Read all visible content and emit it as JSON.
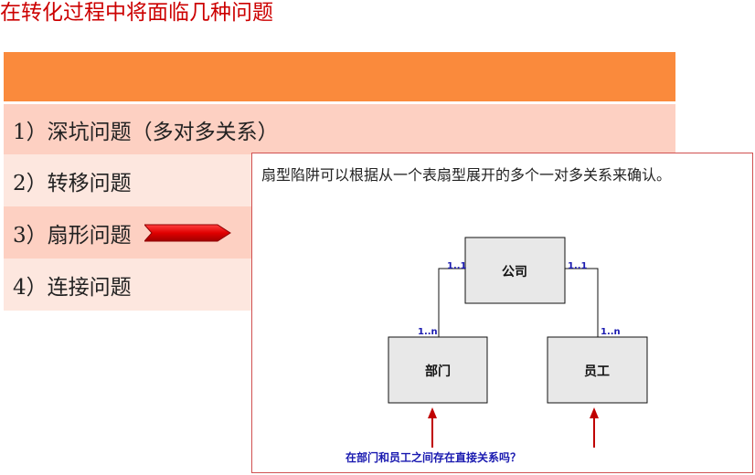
{
  "title": "在转化过程中将面临几种问题",
  "problems": [
    {
      "label": "1）深坑问题（多对多关系）"
    },
    {
      "label": "2）转移问题"
    },
    {
      "label": "3）扇形问题"
    },
    {
      "label": "4）连接问题"
    }
  ],
  "callout": {
    "text": "扇型陷阱可以根据从一个表扇型展开的多个一对多关系来确认。",
    "diagram": {
      "top_entity": "公司",
      "left_entity": "部门",
      "right_entity": "员工",
      "mult_top_left": "1..1",
      "mult_top_right": "1..1",
      "mult_bottom_left": "1..n",
      "mult_bottom_right": "1..n",
      "question": "在部门和员工之间存在直接关系吗？"
    }
  },
  "colors": {
    "title": "#cc0000",
    "header": "#fa8a3c",
    "row_dark": "#fdd0c2",
    "row_light": "#fde7df",
    "arrow": "#e00000",
    "diagram_text": "#1a1ab0",
    "entity_fill": "#e8e8e8"
  },
  "icons": {
    "pointer": "red-arrow-icon"
  }
}
